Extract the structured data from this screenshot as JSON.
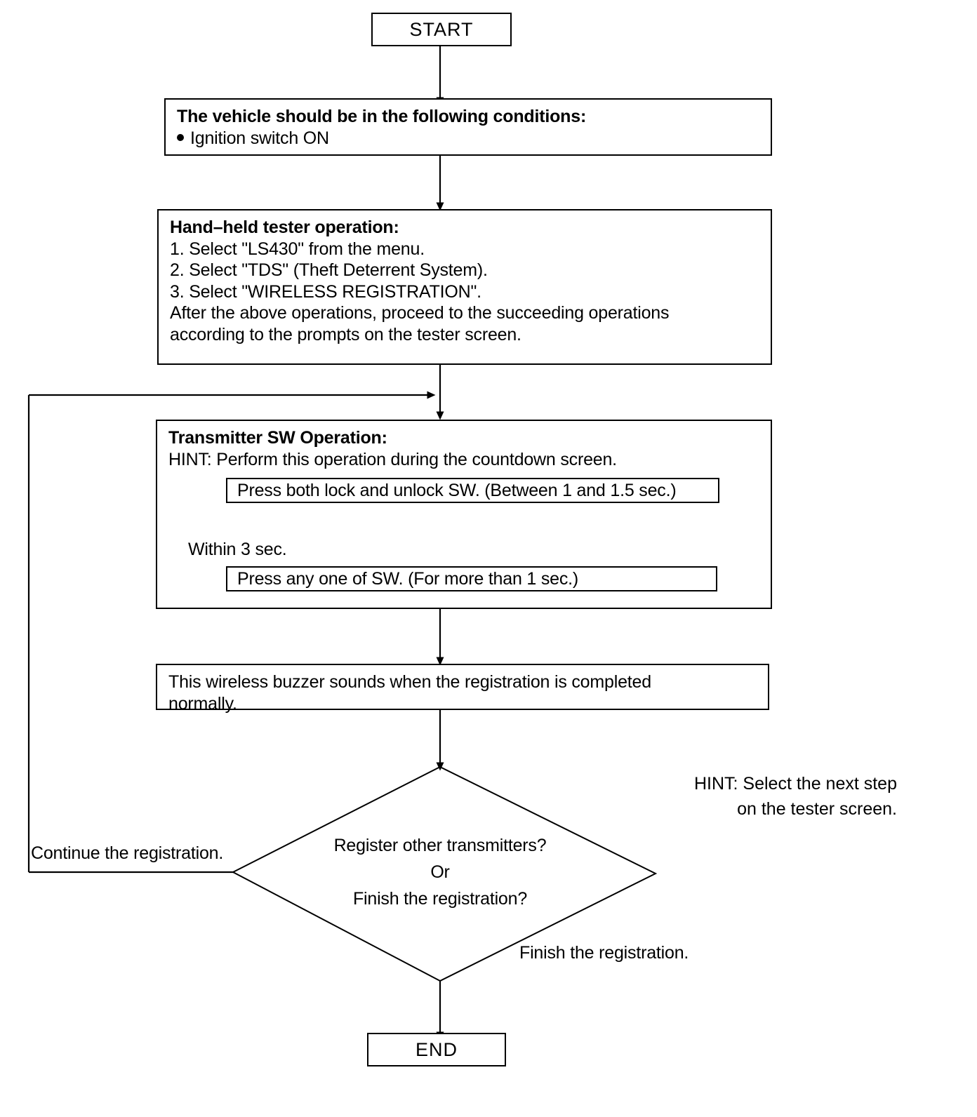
{
  "diagram": {
    "title": "Wireless Transmitter Registration Flowchart",
    "type": "flowchart",
    "start_label": "START",
    "end_label": "END",
    "nodes": {
      "conditions": {
        "heading": "The vehicle should be in the following conditions:",
        "bullets": [
          "Ignition switch ON"
        ]
      },
      "tester": {
        "heading": "Hand–held tester operation:",
        "steps": [
          "1. Select \"LS430\" from the menu.",
          "2. Select \"TDS\" (Theft Deterrent System).",
          "3. Select \"WIRELESS REGISTRATION\"."
        ],
        "note_line1": "After the above operations, proceed to the succeeding operations",
        "note_line2": "according to the prompts on the tester screen."
      },
      "transmitter": {
        "heading": "Transmitter SW Operation:",
        "hint": "HINT: Perform this operation during the countdown screen.",
        "inner_box_1": "Press both lock and unlock SW. (Between 1 and 1.5 sec.)",
        "inner_box_2": "Press any one of SW. (For more than 1 sec.)",
        "timing_label": "Within 3 sec."
      },
      "buzzer": {
        "line1": "This wireless buzzer sounds when the registration is completed",
        "line2": "normally."
      },
      "decision": {
        "line1": "Register other transmitters?",
        "line2": "Or",
        "line3": "Finish the registration?"
      }
    },
    "labels": {
      "branch_left": "Continue the registration.",
      "branch_right": "Finish the registration.",
      "hint_right_line1": "HINT: Select the next step",
      "hint_right_line2": "on the tester screen."
    },
    "colors": {
      "stroke": "#000000",
      "background": "#ffffff"
    }
  }
}
